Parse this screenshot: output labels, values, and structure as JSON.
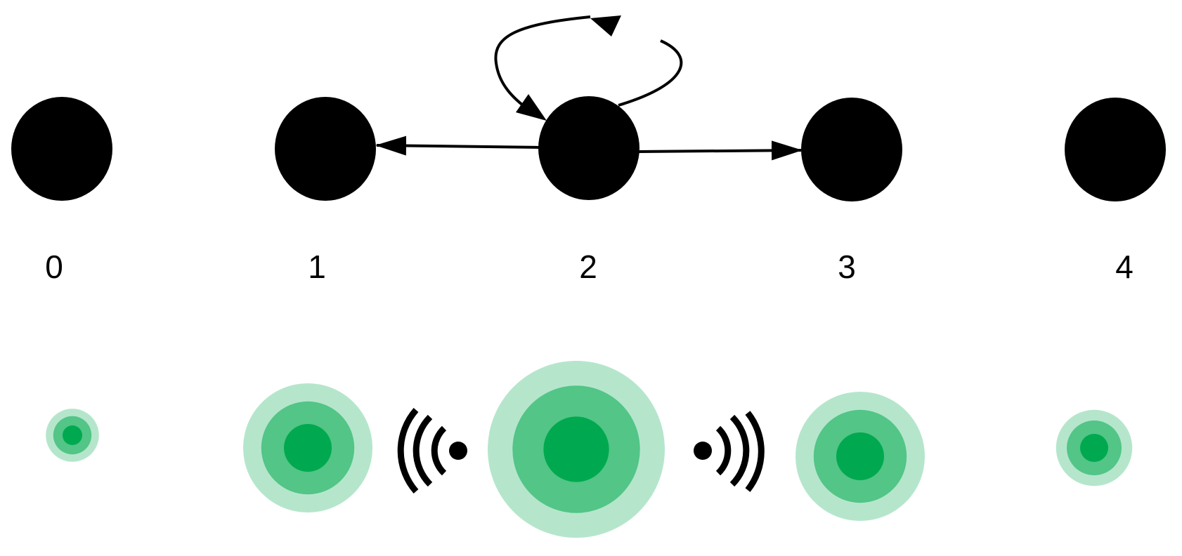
{
  "nodes": [
    {
      "id": 0,
      "label": "0"
    },
    {
      "id": 1,
      "label": "1"
    },
    {
      "id": 2,
      "label": "2"
    },
    {
      "id": 3,
      "label": "3"
    },
    {
      "id": 4,
      "label": "4"
    }
  ],
  "edges": [
    {
      "from": 2,
      "to": 1
    },
    {
      "from": 2,
      "to": 3
    },
    {
      "from": 2,
      "to": 2
    }
  ],
  "signal_nodes": [
    {
      "node": 0,
      "level": 0.3
    },
    {
      "node": 1,
      "level": 0.73
    },
    {
      "node": 2,
      "level": 1.0
    },
    {
      "node": 3,
      "level": 0.73
    },
    {
      "node": 4,
      "level": 0.43
    }
  ],
  "broadcast_icons": [
    {
      "direction": "left",
      "name": "broadcast-left-icon"
    },
    {
      "direction": "right",
      "name": "broadcast-right-icon"
    }
  ],
  "colors": {
    "node": "#000000",
    "edge": "#000000",
    "signal_inner": "#00a94f",
    "signal_middle": "#52c587",
    "signal_outer": "#b5e6cc"
  }
}
